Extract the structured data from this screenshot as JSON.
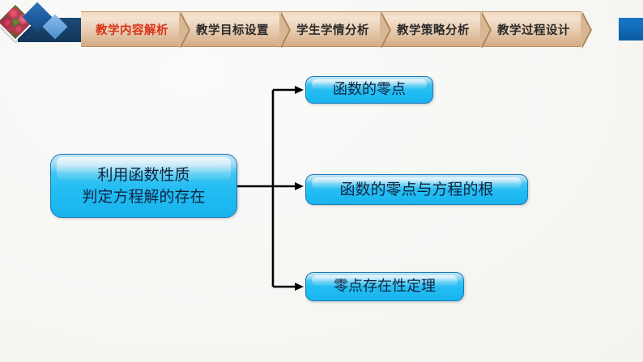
{
  "header": {
    "logo": {
      "photo_thumbnail": "flower-photo-thumbnail",
      "diamond_dark": "diamond-decoration-dark",
      "diamond_light": "diamond-decoration-light"
    },
    "tabs": [
      {
        "label": "教学内容解析",
        "active": true
      },
      {
        "label": "教学目标设置",
        "active": false
      },
      {
        "label": "学生学情分析",
        "active": false
      },
      {
        "label": "教学策略分析",
        "active": false
      },
      {
        "label": "教学过程设计",
        "active": false
      }
    ],
    "colors": {
      "active_tab_text": "#d8341a",
      "tab_background": "#e9cdb2",
      "tab_border": "#b8915f",
      "navy_banner": "#164068",
      "blue_end_block": "#1169b5"
    }
  },
  "diagram": {
    "root": {
      "line1": "利用函数性质",
      "line2": "判定方程解的存在"
    },
    "branches": [
      {
        "label": "函数的零点"
      },
      {
        "label": "函数的零点与方程的根"
      },
      {
        "label": "零点存在性定理"
      }
    ],
    "colors": {
      "node_fill": "#23bdf3",
      "node_border": "#1f7bb8",
      "node_text": "#10233f",
      "connector": "#000000"
    }
  },
  "canvas": {
    "background": "#f8f8f6"
  }
}
